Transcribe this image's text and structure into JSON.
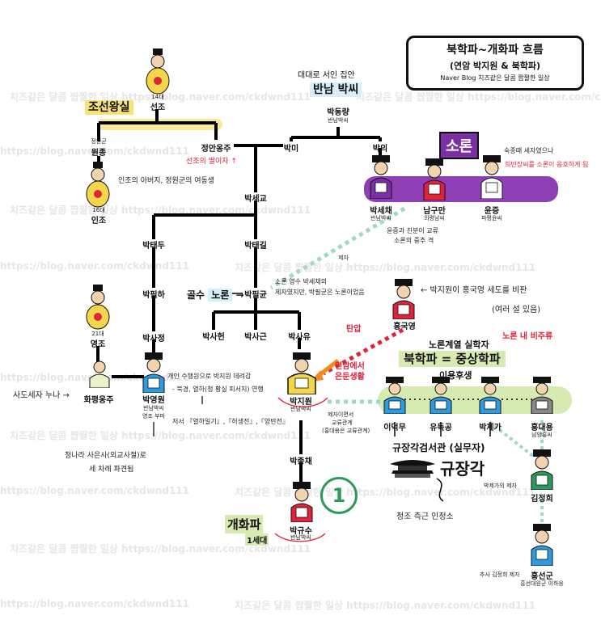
{
  "title": {
    "main": "북학파~개화파 흐름",
    "subtitle": "(연암 박지원 & 북학파)",
    "blog": "Naver Blog 치즈같은 달콤 짭짤한 일상"
  },
  "watermark": {
    "text1": "치즈같은 달콤 짭짤한 일상",
    "text2": "https://blog.naver.com/ckdwnd111"
  },
  "joseon": {
    "label": "조선왕실",
    "seonjo": {
      "order": "14대",
      "name": "선조"
    },
    "wonjong": {
      "top": "정원군",
      "name": "원종"
    },
    "injo": {
      "order": "16대",
      "name": "인조"
    },
    "jeongan": {
      "name": "정안옹주"
    },
    "note_daughter": "선조의 딸이자 ↑",
    "note_injo": "인조의 아버지, 정원군의 여동생",
    "yeongjo": {
      "order": "21대",
      "name": "영조"
    },
    "hwapyeong": {
      "name": "화평옹주"
    },
    "note_sado": "사도세자 누나 →"
  },
  "bannam": {
    "label_top": "대대로 서인 집안",
    "label": "반남 박씨",
    "park_dongryang": {
      "name": "박동량",
      "sub": "반남박씨"
    },
    "park_mi": {
      "name": "박미"
    },
    "park_ui": {
      "name": "박의"
    },
    "park_segyo": {
      "name": "박세교"
    },
    "park_taedu": {
      "name": "박태두"
    },
    "park_taegil": {
      "name": "박태길"
    },
    "park_pilha": {
      "name": "박필하"
    },
    "park_pilgyun": {
      "name": "박필균"
    },
    "park_sajeong": {
      "name": "박사정"
    },
    "park_sahyeon": {
      "name": "박사헌"
    },
    "park_sageun": {
      "name": "박사근"
    },
    "park_sayu": {
      "name": "박사유"
    },
    "park_yeongwon": {
      "name": "박영원",
      "sub1": "반남박씨",
      "sub2": "영조 부마"
    },
    "park_jiwon": {
      "name": "박지원",
      "sub": "반남박씨"
    },
    "park_jongchae": {
      "name": "박종채"
    },
    "park_gyusu": {
      "name": "박규수",
      "sub": "반남박씨"
    }
  },
  "soron": {
    "label": "소론",
    "note_top": "숙종때 세자였으나",
    "note_top2": "희빈장씨를 소론이 옹호하게 됨",
    "park_sechae": {
      "name": "박세채",
      "sub": "반남박씨"
    },
    "nam_guman": {
      "name": "남구만",
      "sub": "의령남씨"
    },
    "yun_jeung": {
      "name": "윤증",
      "sub": "파평윤씨"
    },
    "note_mid": "윤증과 친분이 교류",
    "note_mid2": "소론의 중추 격",
    "note_jeja": "제자"
  },
  "noron": {
    "note_label": "골수",
    "label": "노론",
    "arrow": "→",
    "note_right1": "소론 영수 박세채의",
    "note_right2": "제자였지만, 박필균은 노론이었음"
  },
  "hong_gukyeong": {
    "name": "홍국영",
    "note": "← 박지원이 홍국영 세도를 비판",
    "note2": "(여러 설 있음)",
    "tanap": "탄압",
    "yeonam": "연암에서",
    "eundun": "은둔생활"
  },
  "silhak": {
    "label_top": "노론계열 실학자",
    "label": "북학파 = 중상학파",
    "label_bottom": "이용후생",
    "label_side": "노론 내 비주류",
    "lee_deokmu": {
      "name": "이덕무"
    },
    "yu_deukgong": {
      "name": "유득공"
    },
    "park_jega": {
      "name": "박제가"
    },
    "hong_daeyong": {
      "name": "홍대용",
      "sub": "남양홍씨"
    },
    "kim_jeonghui": {
      "name": "김정희"
    },
    "heungseon": {
      "name": "흥선군",
      "sub": "흥선대원군 이하응"
    },
    "note_jejagi": "박제가의 제자",
    "note_chusa": "추사 김정희 제자",
    "note_jiwon_side1": "제자이면서",
    "note_jiwon_side2": "교류관계",
    "note_jiwon_side3": "(홍대용은 교류관계)"
  },
  "gyujanggak": {
    "label_top": "규장각검서관 (실무자)",
    "label": "규장각",
    "note": "정조 측근 인정소"
  },
  "gaehwa": {
    "label": "개화파",
    "label2": "1세대",
    "circle": "1"
  },
  "yeongwon_notes": {
    "line1": "개인 수행원으로 박지원 데려감",
    "line2": "- 북경, 열하(청 황실 피서지) 연행",
    "line3": "저서 『열하일기』,『허생전』,『양반전』",
    "line4": "청나라 사은사(외교사절)로",
    "line5": "세 차례 파견됨"
  },
  "colors": {
    "yellow": "#f4d64a",
    "red": "#e0223a",
    "blue": "#2e9be0",
    "green": "#2c9a5a",
    "purple": "#7b2fa5",
    "soron_bg": "#8e3fb6",
    "gold": "#e9b63a",
    "dot_teal": "#9fd7cc",
    "dot_red": "#e0223a"
  }
}
